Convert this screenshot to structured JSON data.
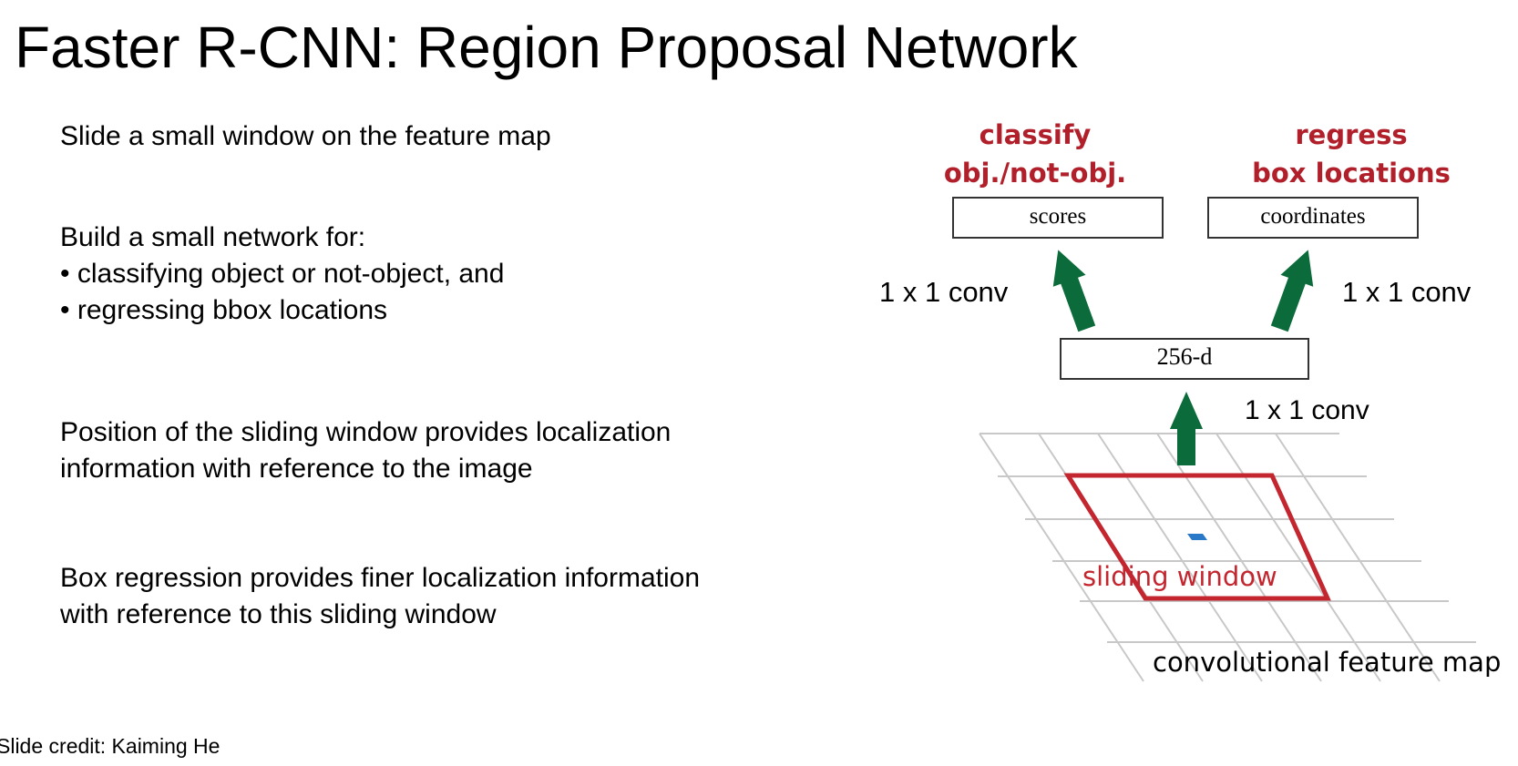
{
  "title": "Faster R-CNN: Region Proposal Network",
  "paragraphs": [
    {
      "lines": [
        "Slide a small window on the feature map"
      ]
    },
    {
      "lines": [
        "Build a small network for:",
        "• classifying object or not-object, and",
        "• regressing bbox locations"
      ]
    },
    {
      "lines": [
        "Position of the sliding window provides localization",
        "information with reference to the image"
      ]
    },
    {
      "lines": [
        "Box regression provides finer localization information",
        "with reference to this sliding window"
      ]
    }
  ],
  "credit": "Slide credit: Kaiming He",
  "diagram": {
    "classify_label": [
      "classify",
      "obj./not-obj."
    ],
    "regress_label": [
      "regress",
      "box locations"
    ],
    "scores_box": "scores",
    "coordinates_box": "coordinates",
    "feature_box": "256-d",
    "conv_left": "1 x 1 conv",
    "conv_right": "1 x 1 conv",
    "conv_bottom": "1 x 1 conv",
    "sliding_window_label": "sliding window",
    "feature_map_label": "convolutional feature map",
    "colors": {
      "label_red": "#b01f2a",
      "window_red": "#c3262f",
      "arrow_green": "#0b6b3a",
      "grid_gray": "#c8c8c8",
      "center_blue": "#2a78c8"
    }
  }
}
